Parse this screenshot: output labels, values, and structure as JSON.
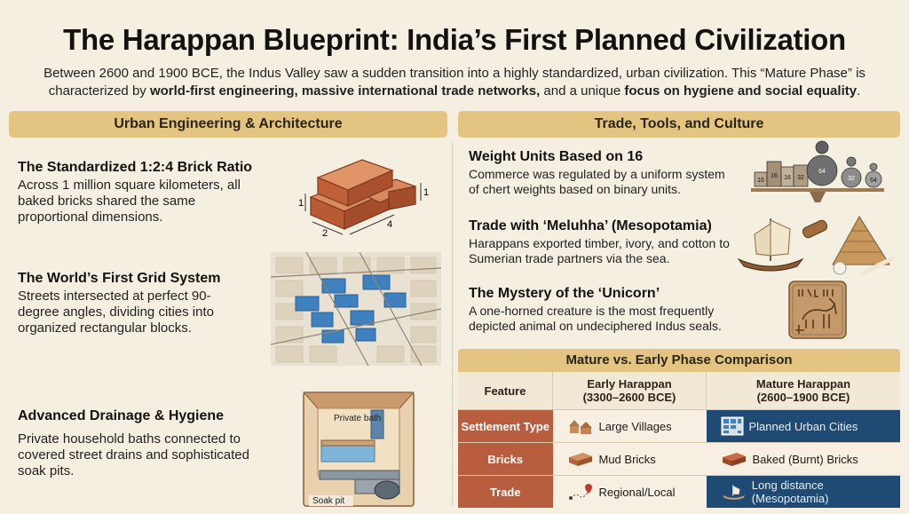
{
  "title": "The Harappan Blueprint: India’s First Planned Civilization",
  "intro": {
    "part1": "Between 2600 and 1900 BCE, the Indus Valley saw a sudden transition into a highly standardized, urban civilization. This “Mature Phase” is characterized by ",
    "bold1": "world-first engineering, massive international trade networks,",
    "part2": " and a unique ",
    "bold2": "focus on hygiene and social equality",
    "part3": "."
  },
  "left": {
    "header": "Urban Engineering & Architecture",
    "sections": [
      {
        "title": "The Standardized 1:2:4 Brick Ratio",
        "body": "Across 1 million square kilometers, all baked bricks shared the same proportional dimensions."
      },
      {
        "title": "The World’s First Grid System",
        "body": "Streets intersected at perfect 90-degree angles, dividing cities into organized rectangular blocks."
      },
      {
        "title": "Advanced Drainage & Hygiene",
        "body": "Private household baths connected to covered street drains and sophisticated soak pits."
      }
    ],
    "brick_labels": {
      "h1": "1",
      "h2": "1",
      "w": "2",
      "l": "4"
    },
    "drain_labels": {
      "bath": "Private bath",
      "pit": "Soak pit"
    }
  },
  "right": {
    "header": "Trade, Tools, and Culture",
    "sections": [
      {
        "title": "Weight Units Based on 16",
        "body": "Commerce was regulated by a uniform system of chert weights based on binary units."
      },
      {
        "title": "Trade with ‘Meluhha’ (Mesopotamia)",
        "body": "Harappans exported timber, ivory, and cotton to Sumerian trade partners via the sea."
      },
      {
        "title": "The Mystery of the ‘Unicorn’",
        "body": "A one-horned creature is the most frequently depicted animal on undeciphered Indus seals."
      }
    ],
    "weight_labels": [
      "16",
      "16",
      "16",
      "32",
      "64",
      "32",
      "64"
    ]
  },
  "table": {
    "title": "Mature vs. Early Phase Comparison",
    "col_feature": "Feature",
    "col_early": "Early Harappan",
    "col_early_dates": "(3300–2600 BCE)",
    "col_mature": "Mature Harappan",
    "col_mature_dates": "(2600–1900 BCE)",
    "rows": [
      {
        "feature": "Settlement Type",
        "early": "Large Villages",
        "mature": "Planned Urban Cities"
      },
      {
        "feature": "Bricks",
        "early": "Mud Bricks",
        "mature": "Baked (Burnt) Bricks"
      },
      {
        "feature": "Trade",
        "early": "Regional/Local",
        "mature": "Long distance (Mesopotamia)"
      }
    ]
  },
  "colors": {
    "header_bg": "#e3c581",
    "feature_bg": "#b85d3e",
    "mature_bg": "#1e4a73",
    "brick": "#c4673f"
  }
}
